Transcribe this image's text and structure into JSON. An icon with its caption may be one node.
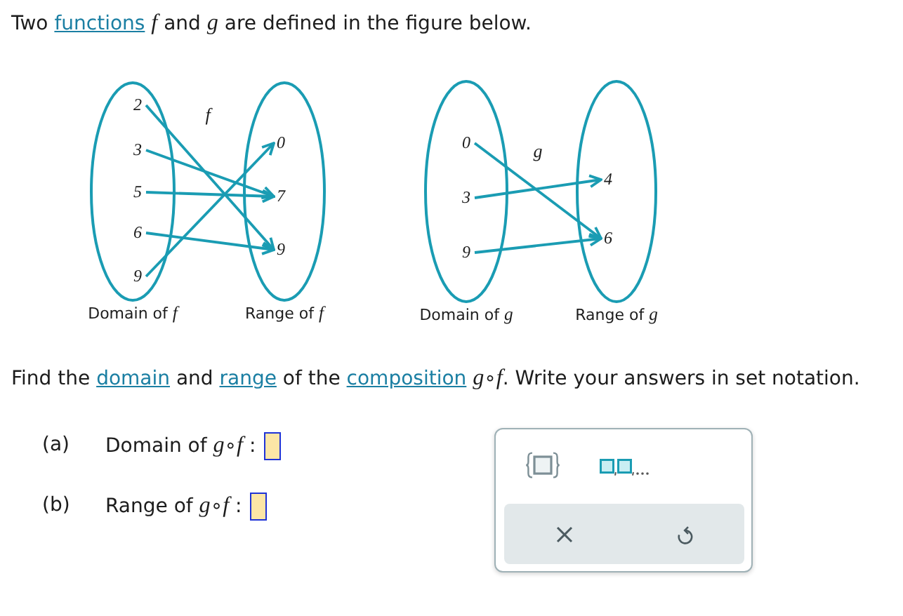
{
  "diagram": {
    "nodes": [
      {
        "text": [
          "Domain of *f*"
        ]
      },
      {
        "text": [
          "2"
        ],
        "in": 0
      },
      {
        "text": [
          "3"
        ],
        "in": 0
      },
      {
        "text": [
          "5"
        ],
        "in": 0
      },
      {
        "text": [
          "6"
        ],
        "in": 0
      },
      {
        "text": [
          "9"
        ],
        "in": 0
      },
      {
        "text": [
          "Range of *f*"
        ]
      },
      {
        "text": [
          "0"
        ],
        "in": 6
      },
      {
        "text": [
          "7"
        ],
        "in": 6
      },
      {
        "text": [
          "9"
        ],
        "in": 6
      },
      {
        "text": [
          "Domain of *g*"
        ]
      },
      {
        "text": [
          "0"
        ],
        "in": 10
      },
      {
        "text": [
          "3"
        ],
        "in": 10
      },
      {
        "text": [
          "9"
        ],
        "in": 10
      },
      {
        "text": [
          "Range of *g*"
        ]
      },
      {
        "text": [
          "4"
        ],
        "in": 14
      },
      {
        "text": [
          "6"
        ],
        "in": 14
      }
    ],
    "edges": [
      {
        "from": 1,
        "to": 9,
        "arrow": "to"
      },
      {
        "from": 2,
        "to": 8,
        "arrow": "to"
      },
      {
        "from": 3,
        "to": 8,
        "arrow": "to"
      },
      {
        "from": 4,
        "to": 9,
        "arrow": "to"
      },
      {
        "from": 5,
        "to": 7,
        "arrow": "to"
      },
      {
        "from": 11,
        "to": 16,
        "arrow": "to"
      },
      {
        "from": 12,
        "to": 15,
        "arrow": "to"
      },
      {
        "from": 13,
        "to": 16,
        "arrow": "to"
      }
    ],
    "labels": [
      "Two functions *f* and *g* are defined in the figure below.",
      "f",
      "g",
      "Find the domain and range of the composition *g*∘*f*. Write your answers in set notation.",
      "(a)",
      "Domain of *g*∘*f* :",
      "(b)",
      "Range of *g*∘*f* :"
    ]
  }
}
